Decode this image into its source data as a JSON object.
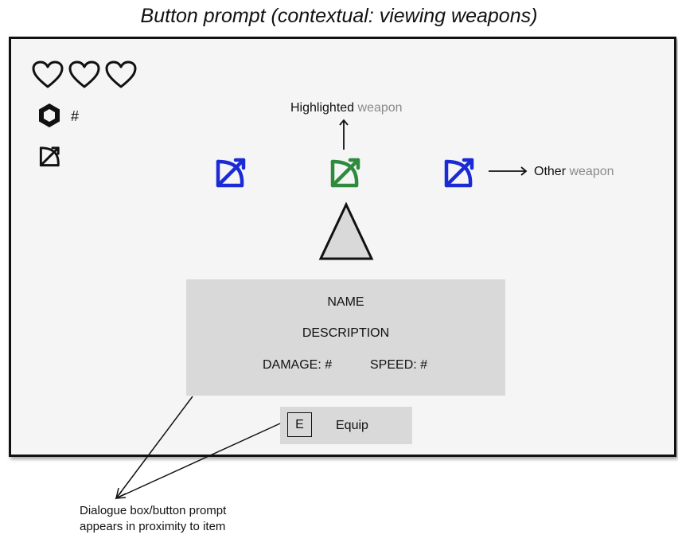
{
  "title": "Button prompt (contextual: viewing weapons)",
  "hud": {
    "hearts": [
      "heart-outline",
      "heart-outline",
      "heart-outline"
    ],
    "currency_icon": "hexagon-coin-icon",
    "currency_count": "#",
    "equipped_icon": "bow-icon"
  },
  "weapons": {
    "highlighted_color": "#2e8b3d",
    "other_color": "#1a2bd6",
    "highlighted_label": {
      "main": "Highlighted",
      "muted": "weapon"
    },
    "other_label": {
      "main": "Other",
      "muted": "weapon"
    }
  },
  "dialog": {
    "name": "NAME",
    "description": "DESCRIPTION",
    "damage": "DAMAGE: #",
    "speed": "SPEED: #"
  },
  "prompt": {
    "key": "E",
    "action": "Equip"
  },
  "annotation": "Dialogue box/button prompt appears in proximity to item"
}
